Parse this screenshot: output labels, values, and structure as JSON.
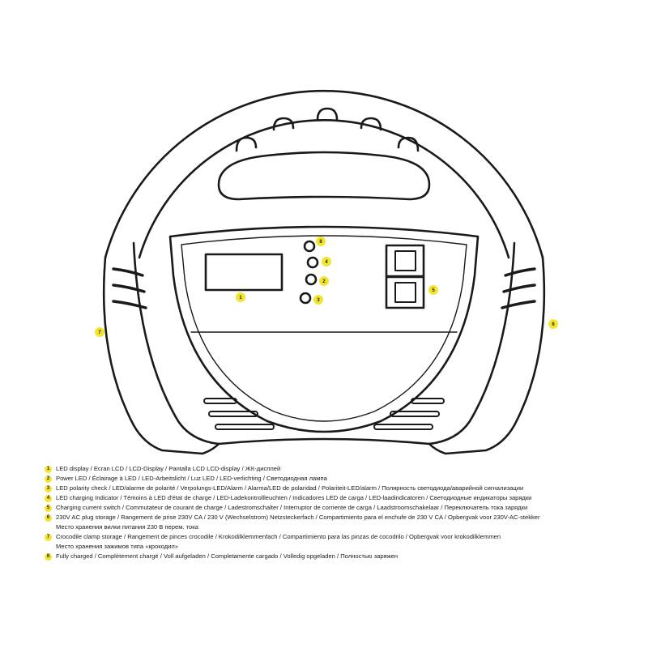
{
  "callouts": {
    "c1": "1",
    "c2": "2",
    "c3": "3",
    "c4": "4",
    "c5": "5",
    "c6": "6",
    "c7": "7",
    "c8": "8"
  },
  "colors": {
    "badge": "#f2e532",
    "stroke": "#1a1a1a"
  },
  "legend": [
    {
      "num": "1",
      "text": "LED display / Ecran LCD / LCD-Display / Pantalla LCD  LCD-display / ЖК-дисплей",
      "sub": ""
    },
    {
      "num": "2",
      "text": "Power LED  / Éclairage à LED / LED-Arbeitslicht / Luz LED / LED-verlichting / Светодиодная лампа",
      "sub": ""
    },
    {
      "num": "3",
      "text": "LED polarity check /  LED/alarme de polarité / Verpolungs-LED/Alarm / Alarma/LED de polaridad / Polariteit-LED/alarm / Полярность светодиода/аварийной сигнализации",
      "sub": ""
    },
    {
      "num": "4",
      "text": "LED charging Indicator / Témoins à LED d'état de charge / LED-Ladekontrollleuchten / Indicadores LED de carga / LED-laadindicatoren / Светодиодные индикаторы зарядки",
      "sub": ""
    },
    {
      "num": "5",
      "text": "Charging current switch / Commutateur de courant de charge / Ladestromschalter / Interruptor de corriente de carga / Laadstroomschakelaar / Переключатель тока зарядки",
      "sub": ""
    },
    {
      "num": "6",
      "text": "230V AC plug storage / Rangement de prise 230V CA / 230 V (Wechselstrom) Netzsteckerfach / Compartimiento para el enchufe de 230 V CA / Opbergvak voor 230V-AC-stekker",
      "sub": "Место хранения вилки питания 230 В перем. тока"
    },
    {
      "num": "7",
      "text": "Crocodile clamp storage / Rangement de pinces crocodile / Krokodilklemmenfach / Compartimiento para las pinzas de cocodrilo / Opbergvak voor krokodilklemmen",
      "sub": "Место хранения зажимов типа «крокодил»"
    },
    {
      "num": "8",
      "text": "Fully charged / Complètement chargé / Voll aufgeladen / Completamente cargado / Volledig opgeladen / Полностью заряжен",
      "sub": ""
    }
  ]
}
